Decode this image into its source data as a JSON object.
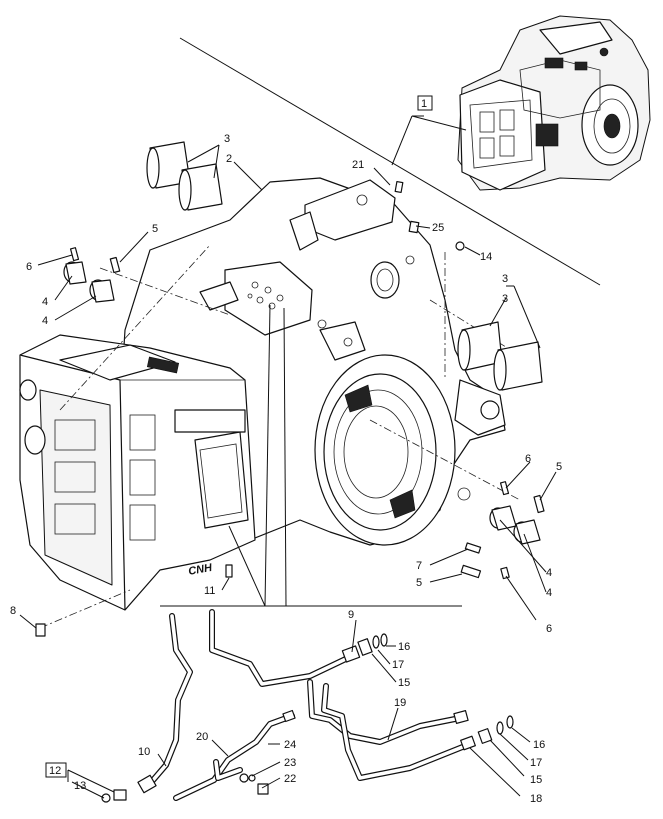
{
  "diagram": {
    "callouts": {
      "c1": "1",
      "c2": "2",
      "c3a": "3",
      "c3b": "3",
      "c3c": "3",
      "c4a": "4",
      "c4b": "4",
      "c4c": "4",
      "c4d": "4",
      "c5a": "5",
      "c5b": "5",
      "c5c": "5",
      "c6a": "6",
      "c6b": "6",
      "c6c": "6",
      "c7": "7",
      "c8": "8",
      "c9": "9",
      "c10": "10",
      "c11": "11",
      "c12": "12",
      "c13": "13",
      "c14": "14",
      "c15a": "15",
      "c15b": "15",
      "c16a": "16",
      "c16b": "16",
      "c17a": "17",
      "c17b": "17",
      "c18": "18",
      "c19": "19",
      "c20": "20",
      "c21": "21",
      "c22": "22",
      "c23": "23",
      "c24": "24",
      "c25": "25"
    },
    "casting_mark": "CNH"
  }
}
